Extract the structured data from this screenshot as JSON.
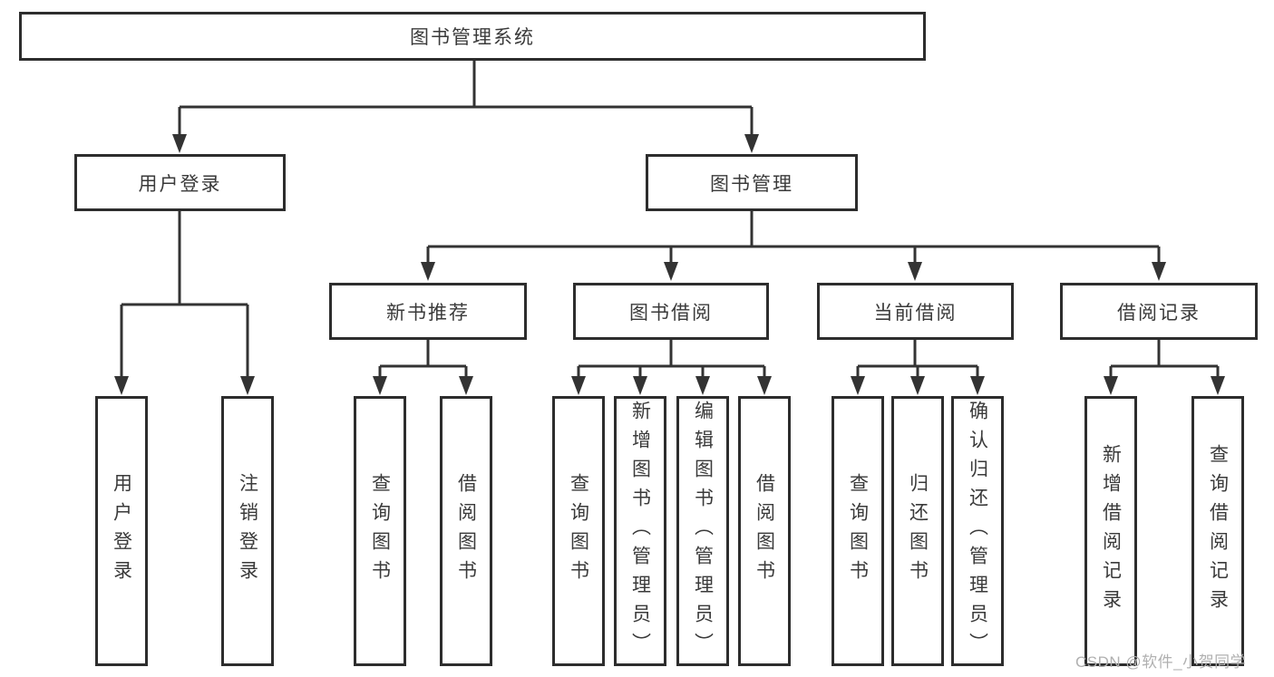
{
  "diagram": {
    "root": {
      "label": "图书管理系统"
    },
    "branches": [
      {
        "label": "用户登录",
        "children": [
          {
            "label": "用户登录"
          },
          {
            "label": "注销登录"
          }
        ]
      },
      {
        "label": "图书管理",
        "children": [
          {
            "label": "新书推荐",
            "children": [
              {
                "label": "查询图书"
              },
              {
                "label": "借阅图书"
              }
            ]
          },
          {
            "label": "图书借阅",
            "children": [
              {
                "label": "查询图书"
              },
              {
                "label": "新增图书（管理员）"
              },
              {
                "label": "编辑图书（管理员）"
              },
              {
                "label": "借阅图书"
              }
            ]
          },
          {
            "label": "当前借阅",
            "children": [
              {
                "label": "查询图书"
              },
              {
                "label": "归还图书"
              },
              {
                "label": "确认归还（管理员）"
              }
            ]
          },
          {
            "label": "借阅记录",
            "children": [
              {
                "label": "新增借阅记录"
              },
              {
                "label": "查询借阅记录"
              }
            ]
          }
        ]
      }
    ]
  },
  "watermark": {
    "text": "CSDN @软件_小贺同学"
  },
  "colors": {
    "line": "#333333",
    "box_border": "#2d2d2d",
    "text": "#3a3a3a",
    "watermark": "#b0b0b0",
    "background": "#ffffff"
  }
}
